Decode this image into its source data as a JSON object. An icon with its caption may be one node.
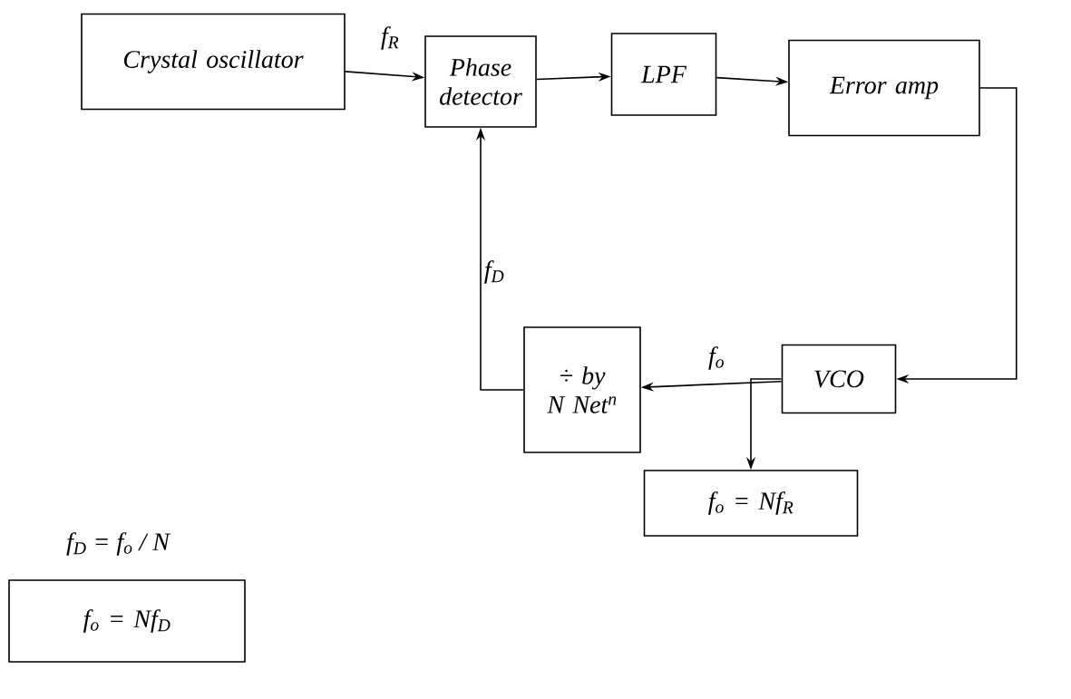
{
  "diagram": {
    "nodes": [
      {
        "text": [
          "Crystal oscillator"
        ]
      },
      {
        "text": [
          "Phase detector"
        ]
      },
      {
        "text": [
          "LPF"
        ]
      },
      {
        "text": [
          "Error amp"
        ]
      },
      {
        "text": [
          "VCO"
        ]
      },
      {
        "text": [
          "÷ by N Net$^{n}$"
        ]
      },
      {
        "text": [
          "f$_{o}$ = Nf$_{R}$"
        ]
      },
      {
        "text": [
          "f$_{o}$ = Nf$_{D}$"
        ]
      }
    ],
    "edges": [
      {
        "from": 0,
        "to": 1,
        "arrow": "to",
        "label": "f$_{R}$"
      },
      {
        "from": 1,
        "to": 2,
        "arrow": "to"
      },
      {
        "from": 2,
        "to": 3,
        "arrow": "to"
      },
      {
        "from": 3,
        "to": 4,
        "arrow": "to"
      },
      {
        "from": 4,
        "to": 5,
        "arrow": "to",
        "label": "f$_{o}$"
      },
      {
        "from": 5,
        "to": 1,
        "arrow": "to",
        "label": "f$_{D}$"
      },
      {
        "from": 4,
        "to": 6,
        "arrow": "to"
      }
    ],
    "labels": [
      "f$_{D}$ = f$_{o}$ / N"
    ]
  }
}
